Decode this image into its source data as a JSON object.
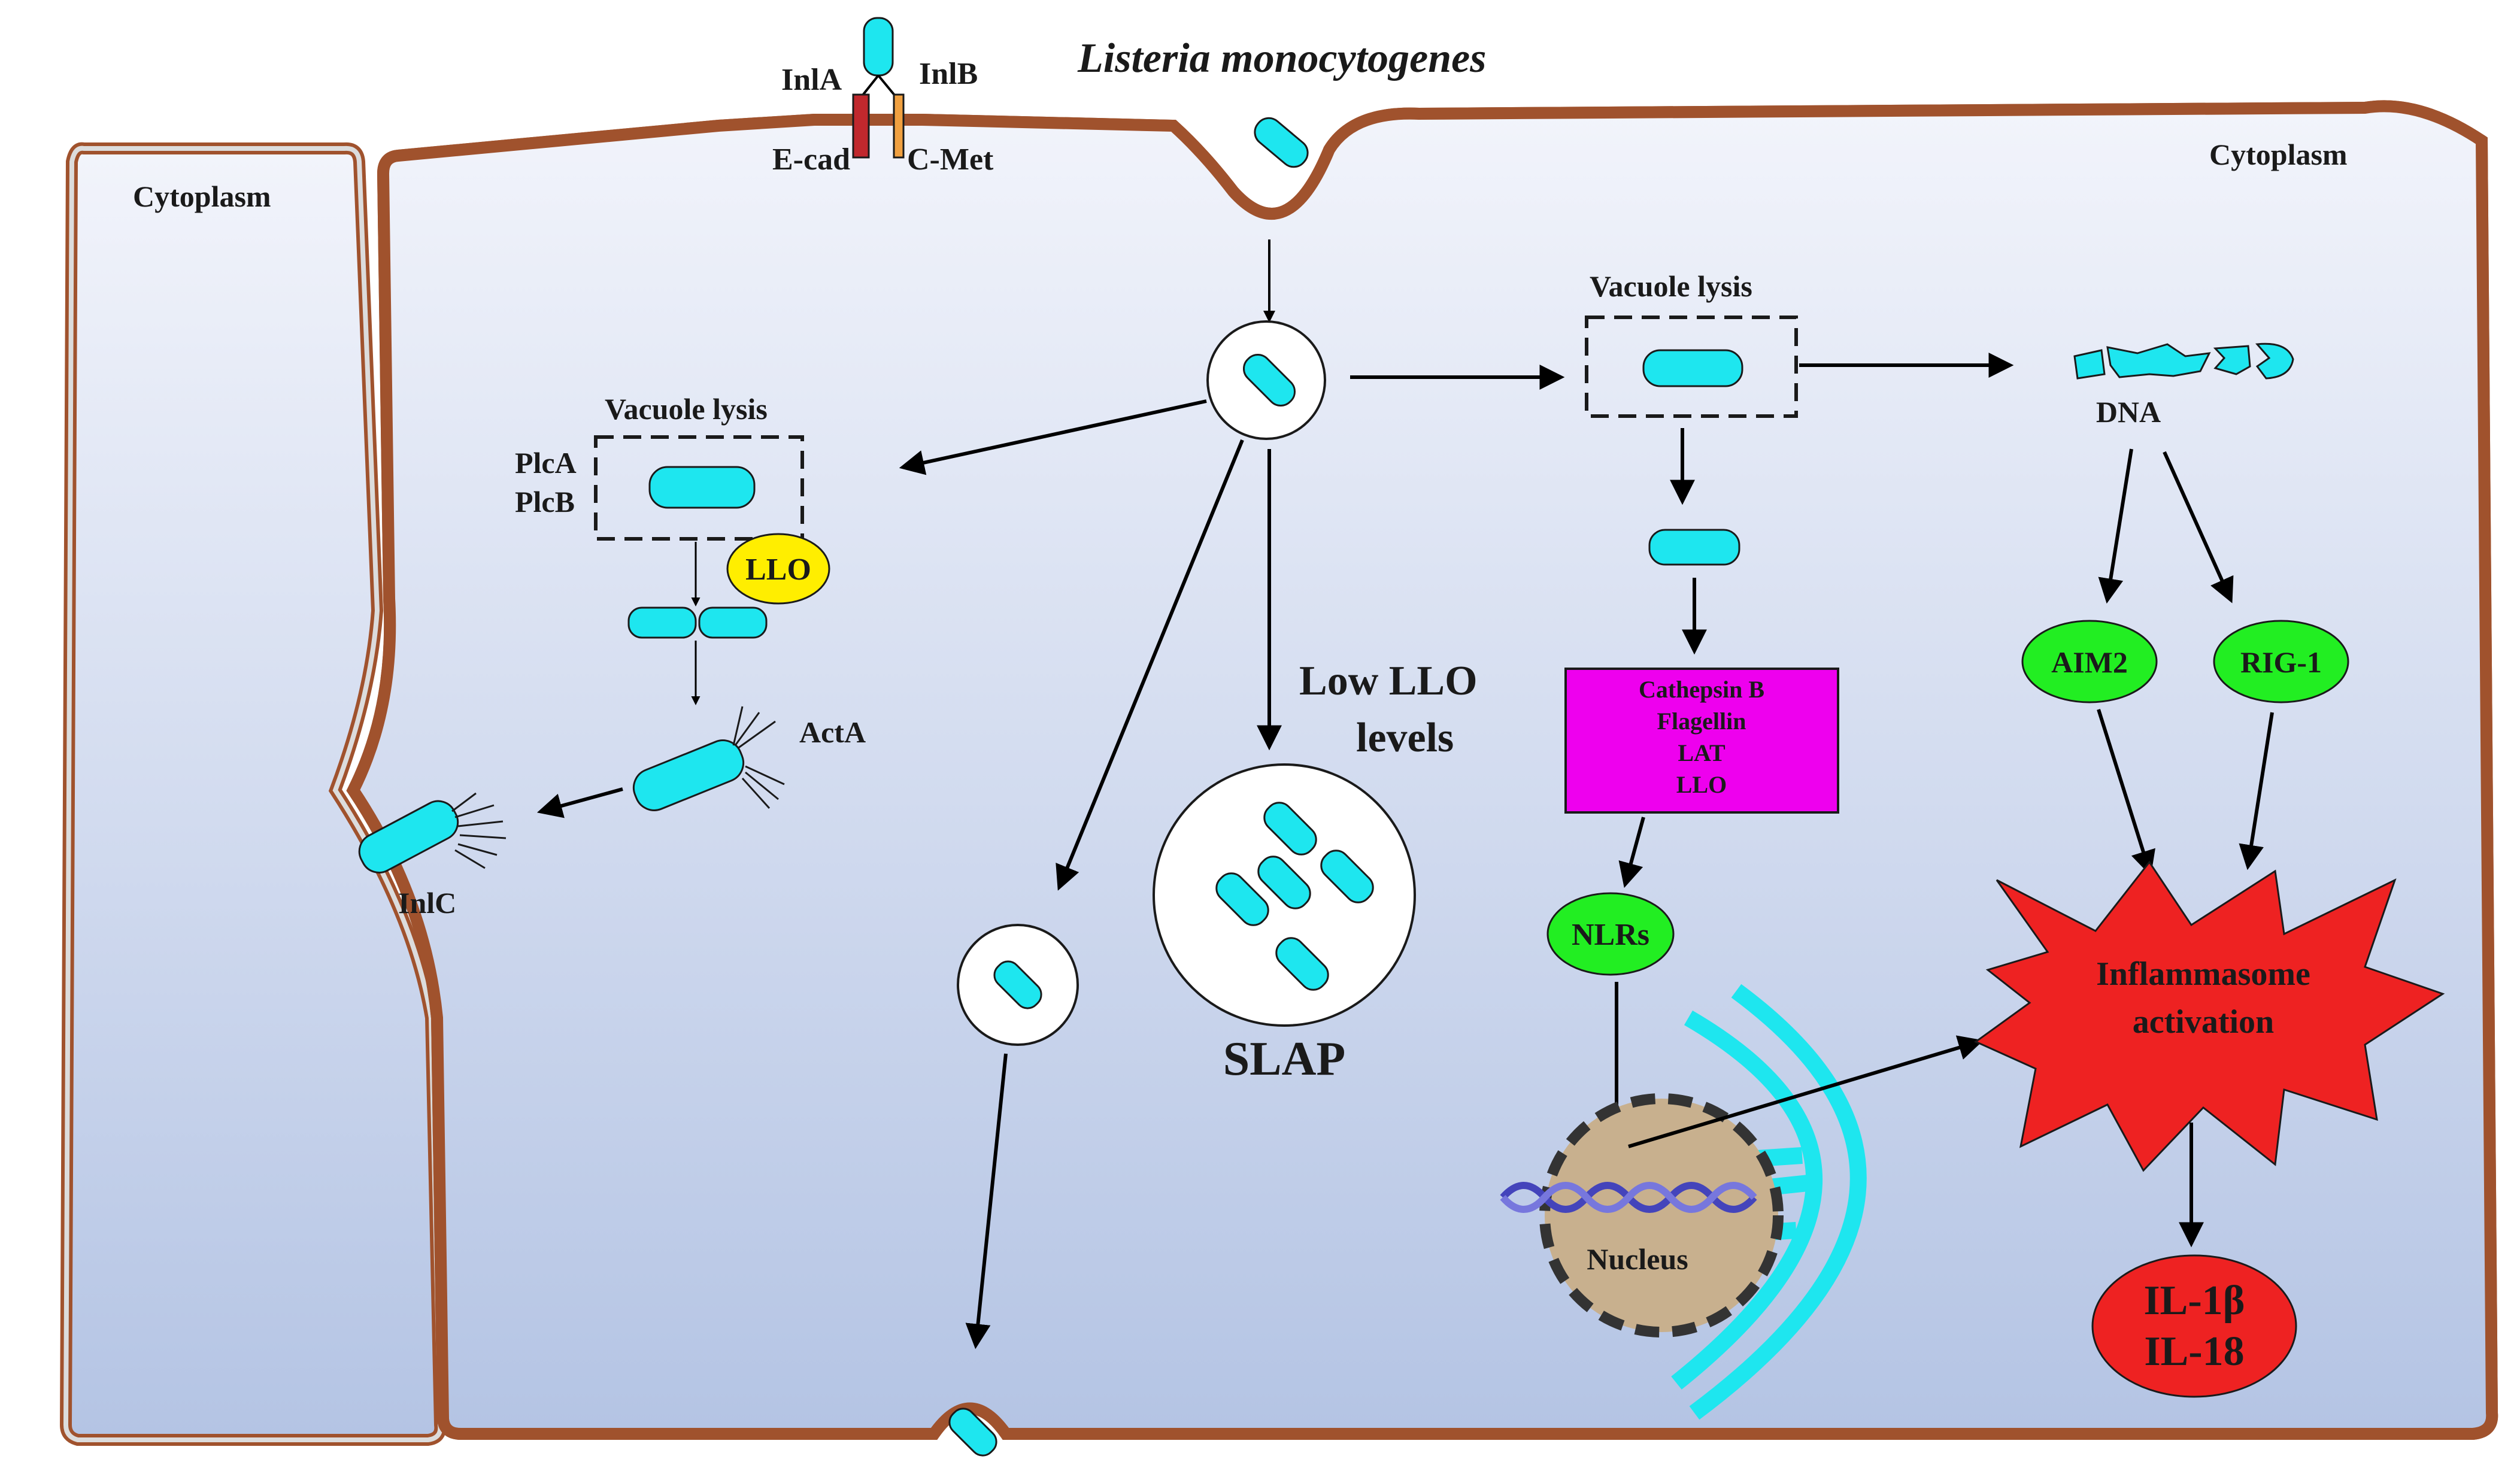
{
  "title": "Listeria monocytogenes",
  "labels": {
    "cytoplasm_left": "Cytoplasm",
    "cytoplasm_right": "Cytoplasm",
    "inla": "InlA",
    "inlb": "InlB",
    "ecad": "E-cad",
    "cmet": "C-Met",
    "vacuole_lysis_left": "Vacuole lysis",
    "vacuole_lysis_right": "Vacuole lysis",
    "plca": "PlcA",
    "plcb": "PlcB",
    "llo": "LLO",
    "acta": "ActA",
    "inlc": "InlC",
    "low_llo_line1": "Low LLO",
    "low_llo_line2": "levels",
    "slap": "SLAP",
    "dna": "DNA",
    "aim2": "AIM2",
    "rig1": "RIG-1",
    "nlrs": "NLRs",
    "nucleus": "Nucleus",
    "inflammasome_line1": "Inflammasome",
    "inflammasome_line2": "activation",
    "il1b": "IL-1β",
    "il18": "IL-18"
  },
  "magenta_box": [
    "Cathepsin B",
    "Flagellin",
    "LAT",
    "LLO"
  ],
  "colors": {
    "membrane": "#a0522d",
    "cytoplasm_top": "#f2f4fb",
    "cytoplasm_bottom": "#b4c4e4",
    "bacterium": "#1ee6ef",
    "llo_oval": "#ffee00",
    "receptor_oval": "#22ee22",
    "magenta_box": "#ee00ee",
    "inflammasome": "#ee2222",
    "cytokine_oval": "#ee2222",
    "nucleus": "#c8b08e",
    "ecad_bar": "#c0282d",
    "cmet_bar": "#f0a040",
    "nuclear_arcs": "#1ee6ef",
    "dna_helix": "#5555cc"
  }
}
